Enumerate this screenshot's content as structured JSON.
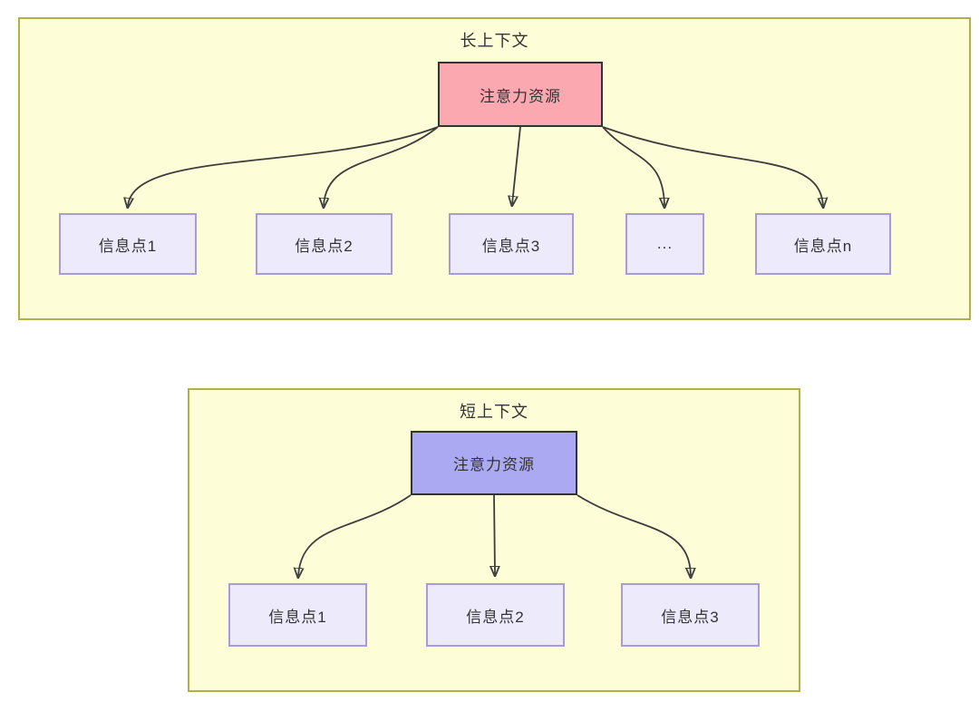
{
  "colors": {
    "panel_fill": "#fdfdd8",
    "panel_border": "#b2b04a",
    "attention_long_fill": "#fba8b0",
    "attention_short_fill": "#aba9f1",
    "attention_border": "#333333",
    "info_fill": "#eceafb",
    "info_border": "#a89bd8",
    "arrow": "#3d3d3d",
    "text": "#333333"
  },
  "diagrams": [
    {
      "title": "长上下文",
      "attention_label": "注意力资源",
      "nodes": [
        "信息点1",
        "信息点2",
        "信息点3",
        "...",
        "信息点n"
      ]
    },
    {
      "title": "短上下文",
      "attention_label": "注意力资源",
      "nodes": [
        "信息点1",
        "信息点2",
        "信息点3"
      ]
    }
  ]
}
